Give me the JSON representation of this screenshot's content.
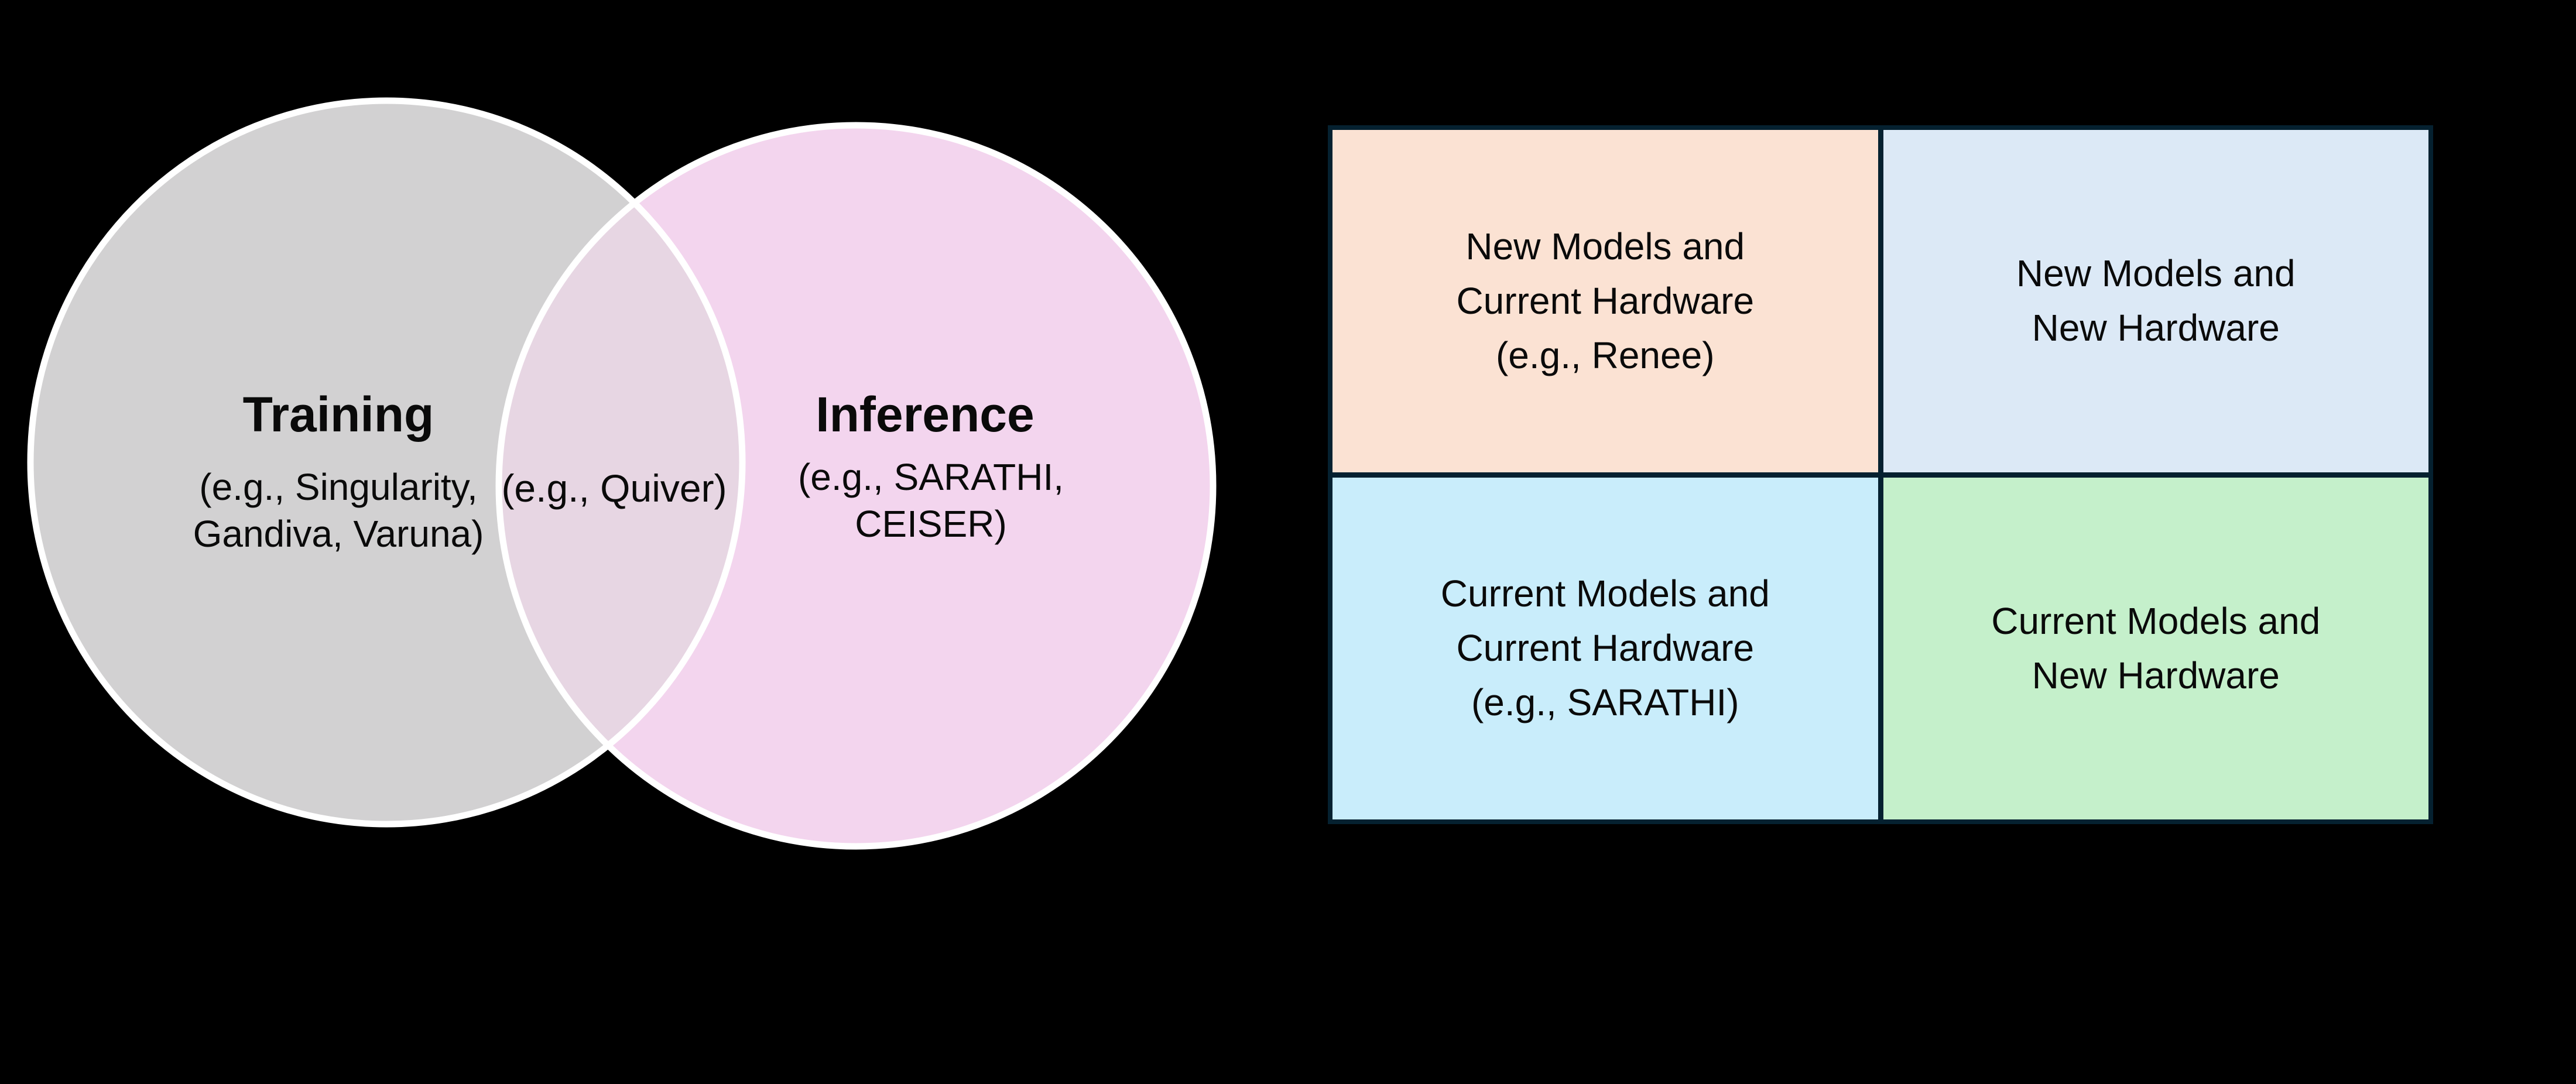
{
  "background_color": "#000000",
  "venn": {
    "stroke_color": "#FFFFFF",
    "left_circle": {
      "title": "Training",
      "examples": "(e.g., Singularity,\nGandiva, Varuna)",
      "fill": "#D2D1D2"
    },
    "overlap": {
      "examples": "(e.g., Quiver)",
      "fill": "#E7D6E3"
    },
    "right_circle": {
      "title": "Inference",
      "examples": "(e.g., SARATHI,\nCEISER)",
      "fill": "#F3D5EE"
    }
  },
  "quadrant": {
    "border_color": "#052130",
    "cells": [
      {
        "label": "New Models and\nCurrent Hardware\n(e.g., Renee)",
        "fill": "#FBE2D3"
      },
      {
        "label": "New Models and\nNew Hardware",
        "fill": "#DCE9F6"
      },
      {
        "label": "Current Models and\nCurrent Hardware\n(e.g., SARATHI)",
        "fill": "#C9EDFB"
      },
      {
        "label": "Current Models and\nNew Hardware",
        "fill": "#C5F0CB"
      }
    ]
  }
}
